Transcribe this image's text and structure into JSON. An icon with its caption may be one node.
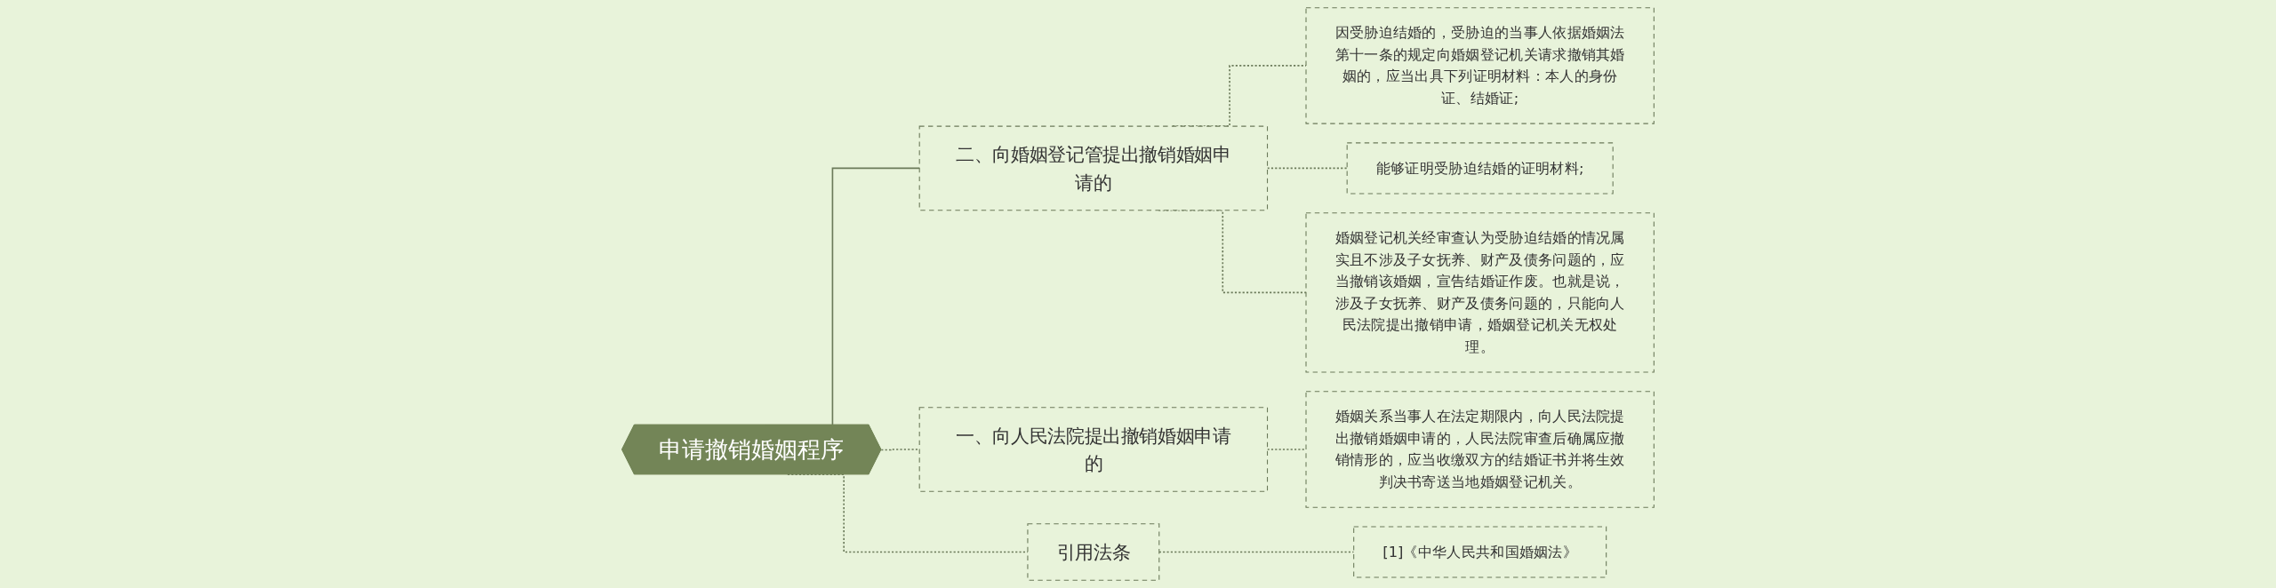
{
  "diagram": {
    "nodes": [
      {
        "text": [
          "申请撤销婚姻程序"
        ]
      },
      {
        "text": [
          "二、向婚姻登记管提出撤销婚姻申请的"
        ]
      },
      {
        "text": [
          "因受胁迫结婚的，受胁迫的当事人依据婚姻法第十一条的规定向婚姻登记机关请求撤销其婚姻的，应当出具下列证明材料：本人的身份证、结婚证;"
        ]
      },
      {
        "text": [
          "能够证明受胁迫结婚的证明材料;"
        ]
      },
      {
        "text": [
          "婚姻登记机关经审查认为受胁迫结婚的情况属实且不涉及子女抚养、财产及债务问题的，应当撤销该婚姻，宣告结婚证作废。也就是说，涉及子女抚养、财产及债务问题的，只能向人民法院提出撤销申请，婚姻登记机关无权处理。"
        ]
      },
      {
        "text": [
          "一、向人民法院提出撤销婚姻申请的"
        ]
      },
      {
        "text": [
          "婚姻关系当事人在法定期限内，向人民法院提出撤销婚姻申请的，人民法院审查后确属应撤销情形的，应当收缴双方的结婚证书并将生效判决书寄送当地婚姻登记机关。"
        ]
      },
      {
        "text": [
          "引用法条"
        ]
      },
      {
        "text": [
          "[1]《中华人民共和国婚姻法》"
        ]
      }
    ],
    "edges": [
      {
        "from": 0,
        "to": 1,
        "arrow": "none"
      },
      {
        "from": 1,
        "to": 2,
        "arrow": "none",
        "style": "dashed"
      },
      {
        "from": 1,
        "to": 3,
        "arrow": "none",
        "style": "dashed"
      },
      {
        "from": 1,
        "to": 4,
        "arrow": "none",
        "style": "dashed"
      },
      {
        "from": 0,
        "to": 5,
        "arrow": "none",
        "style": "dashed"
      },
      {
        "from": 5,
        "to": 6,
        "arrow": "none",
        "style": "dashed"
      },
      {
        "from": 0,
        "to": 7,
        "arrow": "none",
        "style": "dashed"
      },
      {
        "from": 7,
        "to": 8,
        "arrow": "none",
        "style": "dashed"
      }
    ]
  }
}
